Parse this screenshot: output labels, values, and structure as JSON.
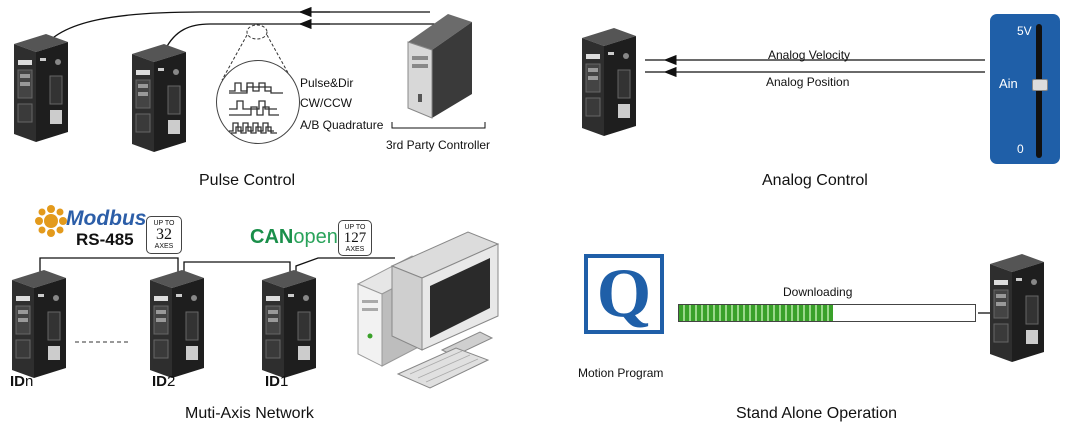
{
  "pulse": {
    "caption": "Pulse Control",
    "modes": [
      "Pulse&Dir",
      "CW/CCW",
      "A/B Quadrature"
    ],
    "controller_label": "3rd Party Controller"
  },
  "analog": {
    "caption": "Analog Control",
    "velocity_label": "Analog Velocity",
    "position_label": "Analog Position",
    "slider": {
      "top": "5V",
      "mid": "Ain",
      "bottom": "0",
      "level": 0.55
    }
  },
  "network": {
    "caption": "Muti-Axis Network",
    "modbus": {
      "logo": "Modbus",
      "sub": "RS-485",
      "badge_top": "UP TO",
      "badge_num": "32",
      "badge_bottom": "AXES"
    },
    "canopen": {
      "logo_bold": "CAN",
      "logo_light": "open",
      "badge_top": "UP TO",
      "badge_num": "127",
      "badge_bottom": "AXES"
    },
    "ids": [
      {
        "prefix": "ID",
        "suffix": "n"
      },
      {
        "prefix": "ID",
        "suffix": "2"
      },
      {
        "prefix": "ID",
        "suffix": "1"
      }
    ]
  },
  "standalone": {
    "caption": "Stand Alone Operation",
    "downloading_label": "Downloading",
    "program_label": "Motion Program",
    "logo_letter": "Q",
    "progress": 0.52
  },
  "colors": {
    "accent_blue": "#1f5fa8",
    "progress_green": "#3aa12a",
    "drive_body": "#2a2a2a"
  }
}
